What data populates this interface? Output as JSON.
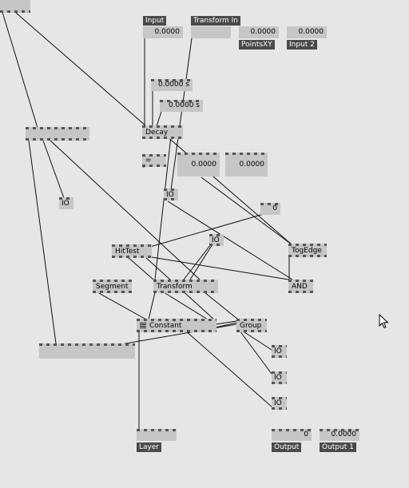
{
  "nodes": {
    "decay": "Decay",
    "equals": "=",
    "io_a": "IO",
    "io_b": "IO",
    "io_c": "IO",
    "hittest": "HitTest",
    "togedge": "TogEdge",
    "segment": "Segment",
    "transform": "Transform",
    "and": "AND",
    "constant": "Constant",
    "group": "Group",
    "io_d": "IO",
    "io_e": "IO",
    "io_f": "IO"
  },
  "values": {
    "input": "0.0000",
    "pointsxy": "0.0000",
    "input2": "0.0000",
    "decay1": "0.0000 s",
    "decay2": "0.0000 s",
    "out_a": "0.0000",
    "out_b": "0.0000",
    "int_zero": "0",
    "output": "0",
    "output1": "0.0000"
  },
  "labels": {
    "input": "Input",
    "transform_in": "Transform In",
    "pointsxy": "PointsXY",
    "input2": "Input 2",
    "layer": "Layer",
    "output": "Output",
    "output1": "Output 1"
  },
  "icons": {
    "constant_menu": "menu-lines-icon",
    "cursor": "arrow-cursor-icon"
  }
}
